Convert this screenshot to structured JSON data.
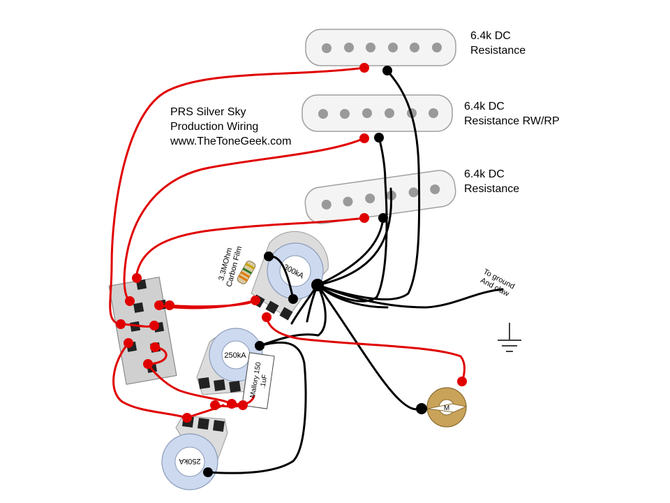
{
  "title": {
    "line1": "PRS Silver Sky",
    "line2": "Production Wiring",
    "line3": "www.TheToneGeek.com"
  },
  "pickups": [
    {
      "line1": "6.4k DC",
      "line2": "Resistance"
    },
    {
      "line1": "6.4k DC",
      "line2": "Resistance RW/RP"
    },
    {
      "line1": "6.4k DC",
      "line2": "Resistance"
    }
  ],
  "pots": {
    "volume": "300kA",
    "tone1": "250kA",
    "tone2": "250kA"
  },
  "resistor": {
    "line1": "3.3MOhm",
    "line2": "Carbon Film"
  },
  "capacitor": {
    "line1": "Mallory 150",
    "line2": ".1uF"
  },
  "ground": {
    "line1": "To ground",
    "line2": "And claw"
  },
  "jack": {
    "label": "M"
  },
  "colors": {
    "hot_wire": "#e00000",
    "ground_wire": "#000000",
    "pickup_body": "#f4f4f4",
    "pole_piece": "#9a9a9a",
    "pot_face": "#ccd9ef",
    "switch_body": "#d0d0d0",
    "jack_ring": "#c9a35a"
  }
}
